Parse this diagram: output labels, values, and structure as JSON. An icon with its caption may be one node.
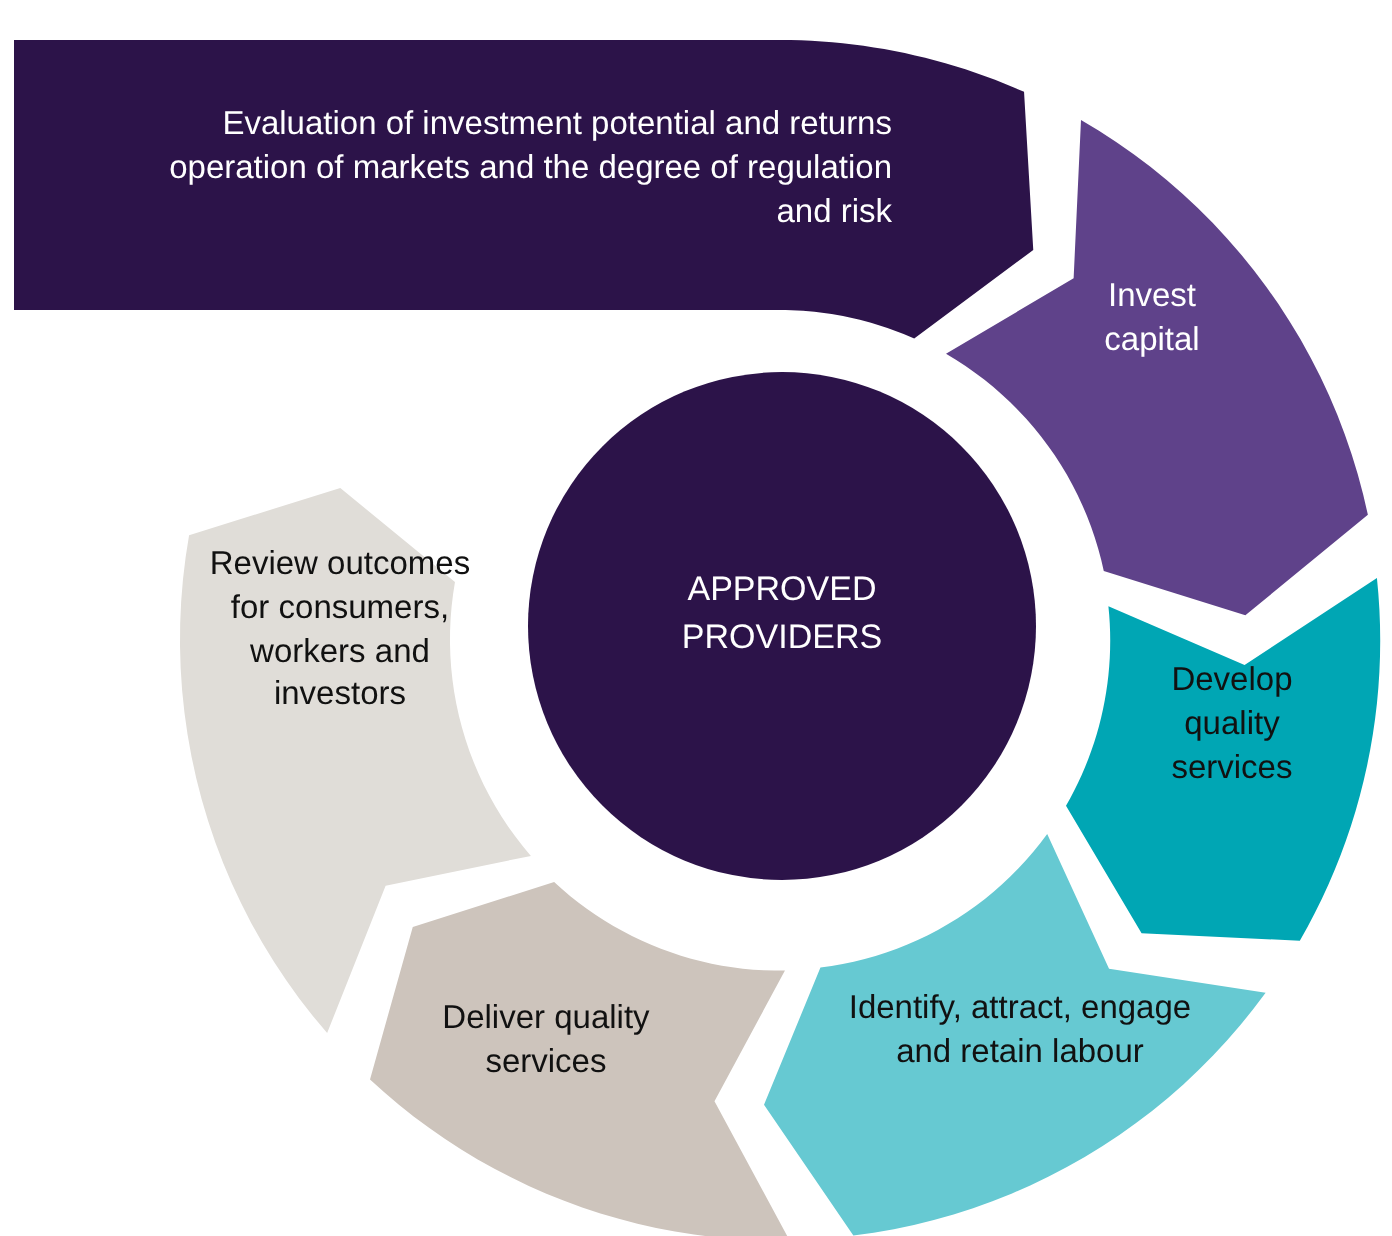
{
  "diagram": {
    "nodes": [
      {
        "text": [
          "Evaluation of investment potential and returns operation of markets and the degree of regulation and risk"
        ]
      },
      {
        "text": [
          "Invest capital"
        ]
      },
      {
        "text": [
          "Develop quality services"
        ]
      },
      {
        "text": [
          "Identify, attract, engage and retain labour"
        ]
      },
      {
        "text": [
          "Deliver quality services"
        ]
      },
      {
        "text": [
          "Review outcomes for consumers, workers and investors"
        ]
      },
      {
        "text": [
          "APPROVED PROVIDERS"
        ]
      }
    ]
  }
}
